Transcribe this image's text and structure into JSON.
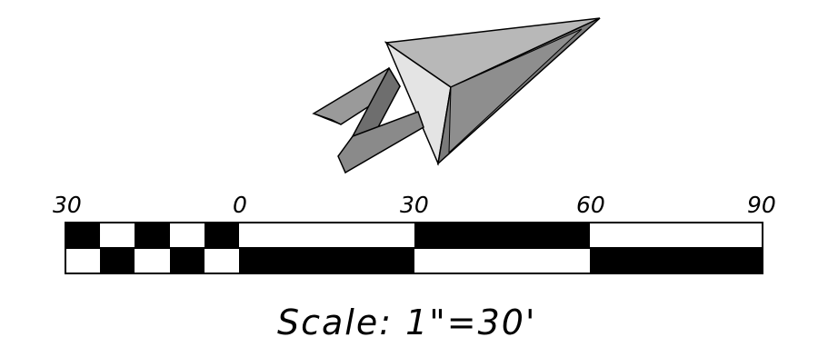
{
  "north_arrow": {
    "letter": "N"
  },
  "scale_bar": {
    "tick_labels": [
      "30",
      "0",
      "30",
      "60",
      "90"
    ],
    "units": "feet"
  },
  "scale_text": "Scale:  1\"=30'",
  "colors": {
    "fill_dark": "#000000",
    "fill_light": "#ffffff",
    "arrow_light": "#c8c8c8",
    "arrow_mid": "#9a9a9a",
    "arrow_dark": "#5a5a5a"
  }
}
